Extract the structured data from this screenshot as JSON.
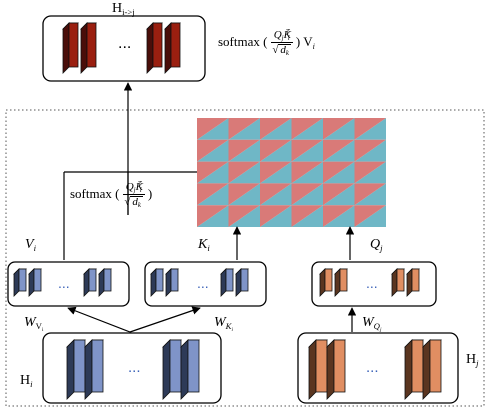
{
  "top": {
    "label_main": "H",
    "label_sub": "i->j",
    "dots": "...",
    "formula": {
      "prefix": "softmax (",
      "num_q": "Q",
      "num_q_sub": "j",
      "num_k": "K",
      "num_k_sub": "i",
      "num_k_sup": "T",
      "den": "d",
      "den_sub": "k",
      "suffix": ") V",
      "suffix_sub": "i"
    }
  },
  "middle": {
    "formula": {
      "prefix": "softmax (",
      "num_q": "Q",
      "num_q_sub": "j",
      "num_k": "K",
      "num_k_sub": "i",
      "num_k_sup": "T",
      "den": "d",
      "den_sub": "k",
      "suffix": ")"
    }
  },
  "left": {
    "v": {
      "main": "V",
      "sub": "i",
      "dots": "..."
    },
    "k": {
      "main": "K",
      "sub": "i",
      "dots": "..."
    },
    "wv": {
      "main": "W",
      "sub": "V",
      "sub2": "i"
    },
    "wk": {
      "main": "W",
      "sub": "K",
      "sub2": "i"
    },
    "h": {
      "main": "H",
      "sub": "i",
      "dots": "..."
    }
  },
  "right": {
    "q": {
      "main": "Q",
      "sub": "j",
      "dots": "..."
    },
    "wq": {
      "main": "W",
      "sub": "Q",
      "sub2": "j"
    },
    "h": {
      "main": "H",
      "sub": "j",
      "dots": "..."
    }
  },
  "colors": {
    "top_front": "#9a1f10",
    "top_side": "#4a0e0a",
    "blue_front": "#7f94c8",
    "blue_side": "#2d3a57",
    "orange_front": "#e08e62",
    "orange_side": "#5a3520",
    "grid_teal": "#6fb7c6",
    "grid_red": "#d97a78"
  }
}
